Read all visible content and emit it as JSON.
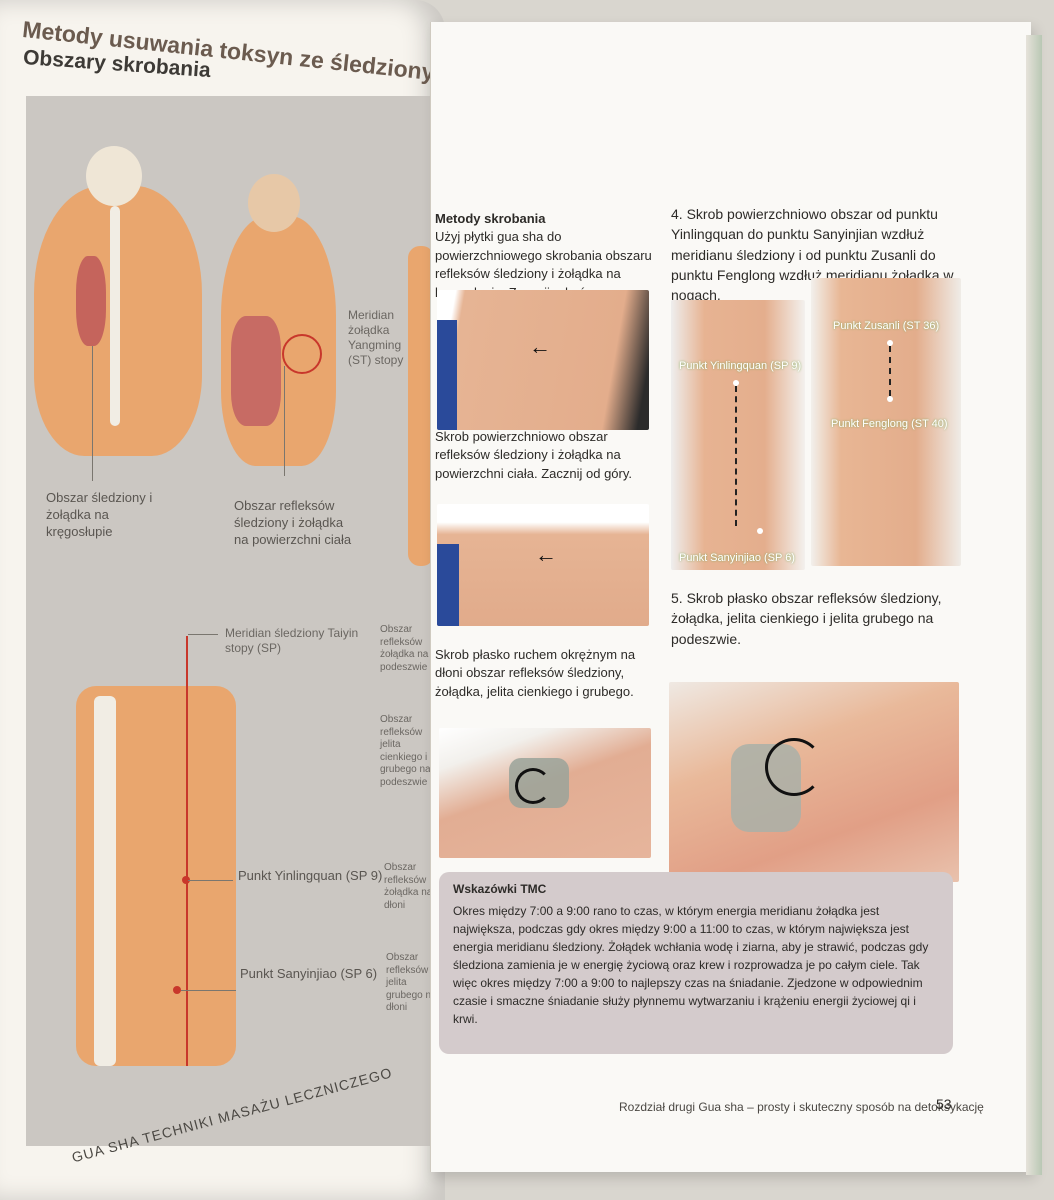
{
  "left_page": {
    "title": "Metody usuwania toksyn ze śledziony i żołądka",
    "subtitle": "Obszary skrobania",
    "labels": {
      "back_area": "Obszar śledziony i żołądka na kręgosłupie",
      "front_area": "Obszar refleksów śledziony i żołądka na powierzchni ciała",
      "meridian_stomach": "Meridian żołądka Yangming (ST) stopy",
      "meridian_spleen": "Meridian śledziony Taiyin stopy (SP)",
      "reflex_foot_sole": "Obszar refleksów żołądka na podeszwie",
      "reflex_intestines_sole": "Obszar refleksów jelita cienkiego i grubego na podeszwie",
      "reflex_stomach_palm": "Obszar refleksów żołądka na dłoni",
      "reflex_intestines_palm": "Obszar refleksów jelita grubego na dłoni",
      "point_yinlingquan": "Punkt Yinlingquan (SP 9)",
      "point_sanyinjiao": "Punkt Sanyinjiao (SP 6)"
    },
    "footer": "GUA SHA TECHNIKI MASAŻU LECZNICZEGO"
  },
  "right_page": {
    "methods_heading": "Metody skrobania",
    "step1": "Użyj płytki gua sha do powierzchniowego skrobania obszaru refleksów śledziony i żołądka na kręgosłupie. Zacznij od góry.",
    "step2": "Skrob powierzchniowo obszar refleksów śledziony i żołądka na powierzchni ciała. Zacznij od góry.",
    "step3": "Skrob płasko ruchem okrężnym na dłoni obszar refleksów śledziony, żołądka, jelita cienkiego i grubego.",
    "step4": "4. Skrob powierzchniowo obszar od punktu Yinlingquan do punktu Sanyinjian wzdłuż meridianu śledziony i od punktu Zusanli do punktu Fenglong wzdłuż meridianu żołądka w nogach.",
    "step5": "5. Skrob płasko obszar refleksów śledziony, żołądka, jelita cienkiego i jelita grubego na podeszwie.",
    "photo_points": {
      "yinlingquan": "Punkt Yinlingquan (SP 9)",
      "sanyinjiao": "Punkt Sanyinjiao (SP 6)",
      "zusanli": "Punkt Zusanli (ST 36)",
      "fenglong": "Punkt Fenglong (ST 40)"
    },
    "tips_title": "Wskazówki TMC",
    "tips_body": "Okres między 7:00 a 9:00 rano to czas, w którym energia meridianu żołądka jest największa, podczas gdy okres między 9:00 a 11:00 to czas, w którym największa jest energia meridianu śledziony. Żołądek wchłania wodę i ziarna, aby je strawić, podczas gdy śledziona zamienia je w energię życiową oraz krew i rozprowadza je po całym ciele. Tak więc okres między 7:00 a 9:00 to najlepszy czas na śniadanie. Zjedzone w odpowiednim czasie i smaczne śniadanie służy płynnemu wytwarzaniu i krążeniu energii życiowej qi i krwi.",
    "footer": "Rozdział drugi Gua sha – prosty i skuteczny sposób na detoksykację",
    "page_number": "53"
  }
}
